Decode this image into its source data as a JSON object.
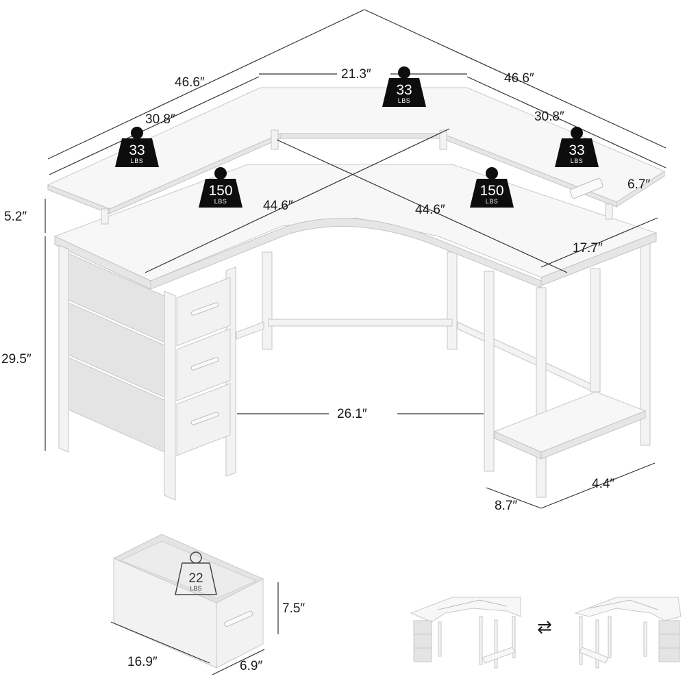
{
  "dimensions": {
    "back_left_width": "46.6″",
    "back_right_width": "46.6″",
    "monitor_shelf_center": "21.3″",
    "monitor_shelf_left": "30.8″",
    "monitor_shelf_right": "30.8″",
    "shelf_height": "5.2″",
    "shelf_depth_right": "6.7″",
    "desk_left_depth": "44.6″",
    "desk_right_depth": "44.6″",
    "desk_side_depth": "17.7″",
    "desk_height": "29.5″",
    "knee_space": "26.1″",
    "bottom_shelf_width": "8.7″",
    "bottom_shelf_gap": "4.4″",
    "drawer_height": "7.5″",
    "drawer_length": "16.9″",
    "drawer_width": "6.9″"
  },
  "weights": {
    "shelf_center": {
      "value": "33",
      "unit": "LBS"
    },
    "shelf_left": {
      "value": "33",
      "unit": "LBS"
    },
    "shelf_right": {
      "value": "33",
      "unit": "LBS"
    },
    "desk_left": {
      "value": "150",
      "unit": "LBS"
    },
    "desk_right": {
      "value": "150",
      "unit": "LBS"
    },
    "drawer": {
      "value": "22",
      "unit": "LBS"
    }
  },
  "reversible_symbol": "⇄",
  "colors": {
    "weight_badge": "#0d0d0d",
    "desk": "#f7f7f7",
    "fabric": "#e4e4e4"
  }
}
